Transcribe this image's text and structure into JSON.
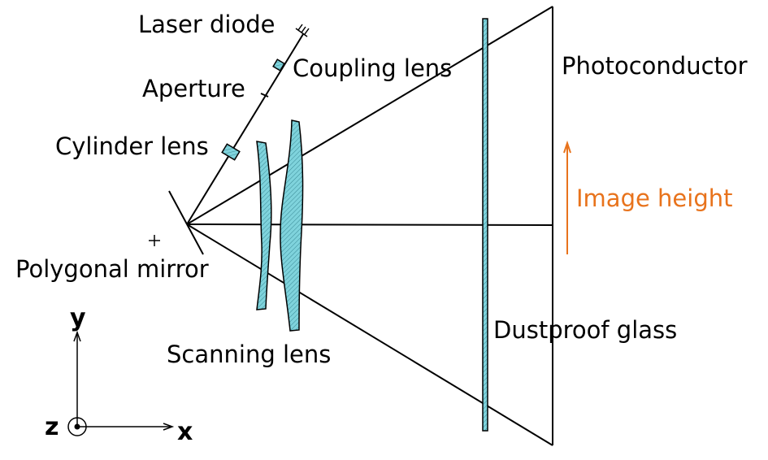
{
  "labels": {
    "laser_diode": "Laser diode",
    "coupling_lens": "Coupling lens",
    "aperture": "Aperture",
    "cylinder_lens": "Cylinder lens",
    "polygonal_mirror": "Polygonal mirror",
    "scanning_lens": "Scanning lens",
    "dustproof_glass": "Dustproof glass",
    "photoconductor": "Photoconductor",
    "image_height": "Image height"
  },
  "axes": {
    "y": "y",
    "x": "x",
    "z": "z"
  },
  "colors": {
    "line": "#000000",
    "lens_fill": "#7fd3dc",
    "image_height_arrow": "#e8731c"
  }
}
